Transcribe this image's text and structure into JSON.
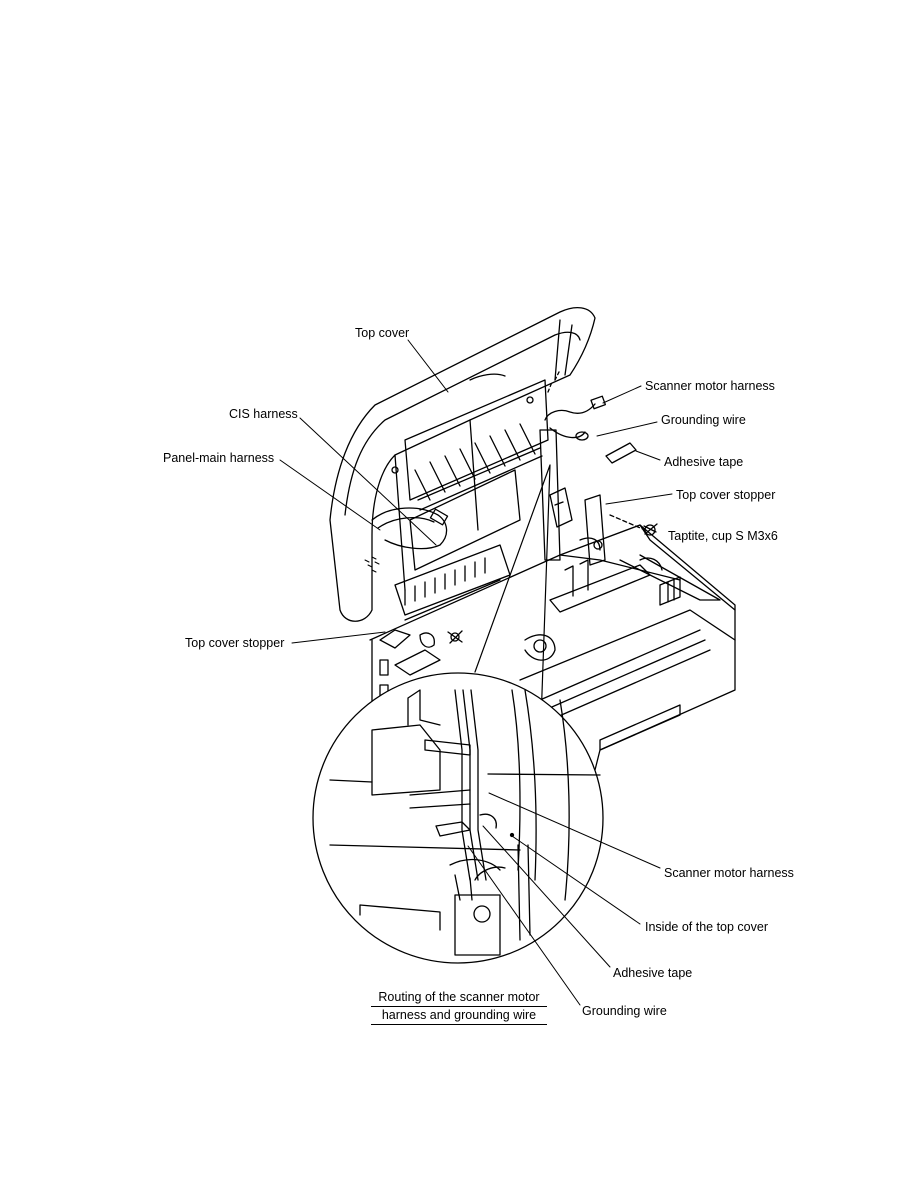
{
  "labels": {
    "top_cover": "Top cover",
    "scanner_motor_harness_top": "Scanner motor harness",
    "cis_harness": "CIS harness",
    "grounding_wire_top": "Grounding wire",
    "adhesive_tape_top": "Adhesive tape",
    "panel_main_harness": "Panel-main harness",
    "top_cover_stopper_right": "Top cover stopper",
    "taptite_screw": "Taptite, cup S M3x6",
    "top_cover_stopper_left": "Top cover stopper",
    "scanner_motor_harness_detail": "Scanner motor harness",
    "inside_top_cover": "Inside of the top cover",
    "adhesive_tape_detail": "Adhesive tape",
    "grounding_wire_detail": "Grounding wire"
  },
  "caption": {
    "line1": "Routing of the scanner motor",
    "line2": "harness and grounding wire"
  }
}
